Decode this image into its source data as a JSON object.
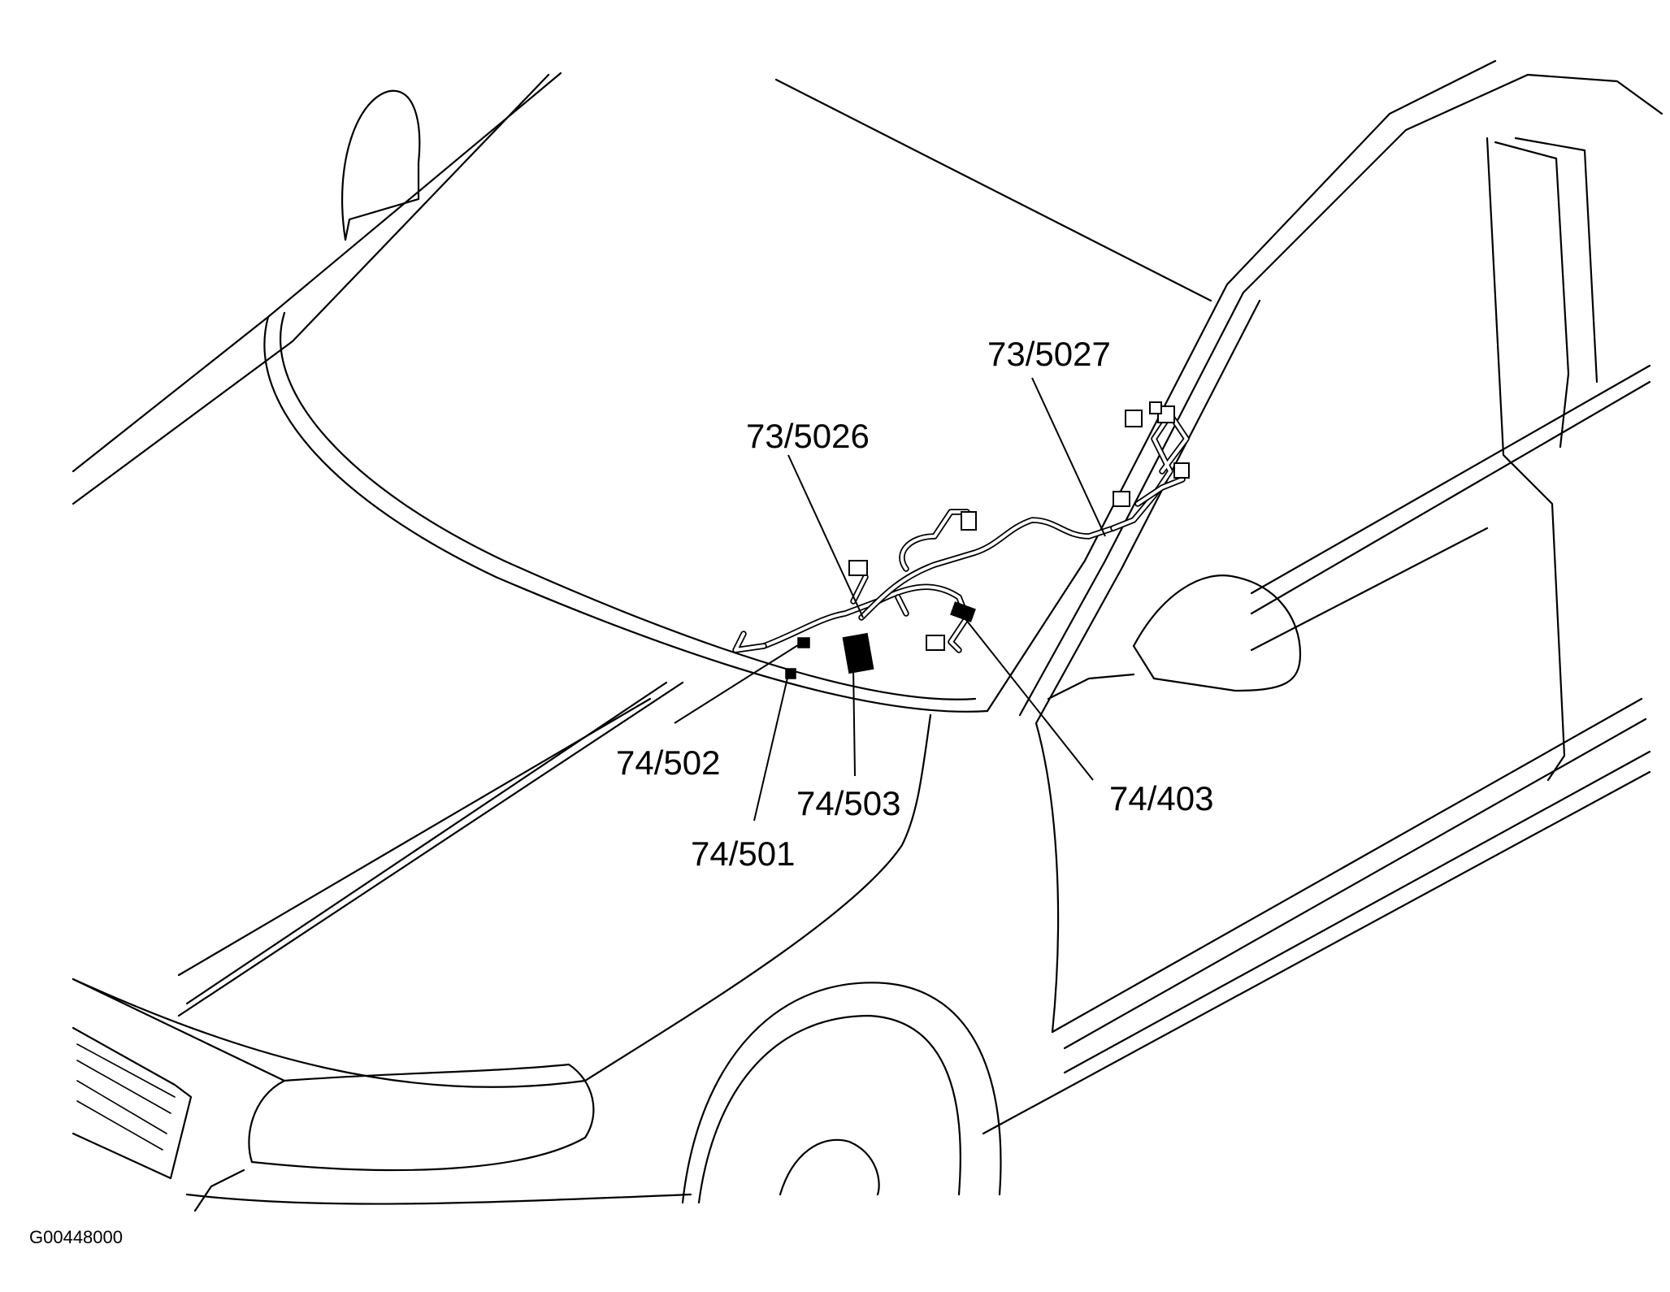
{
  "callouts": {
    "c7305027": "73/5027",
    "c7305026": "73/5026",
    "c74502": "74/502",
    "c74503": "74/503",
    "c74501": "74/501",
    "c74403": "74/403"
  },
  "figure_id": "G00448000"
}
